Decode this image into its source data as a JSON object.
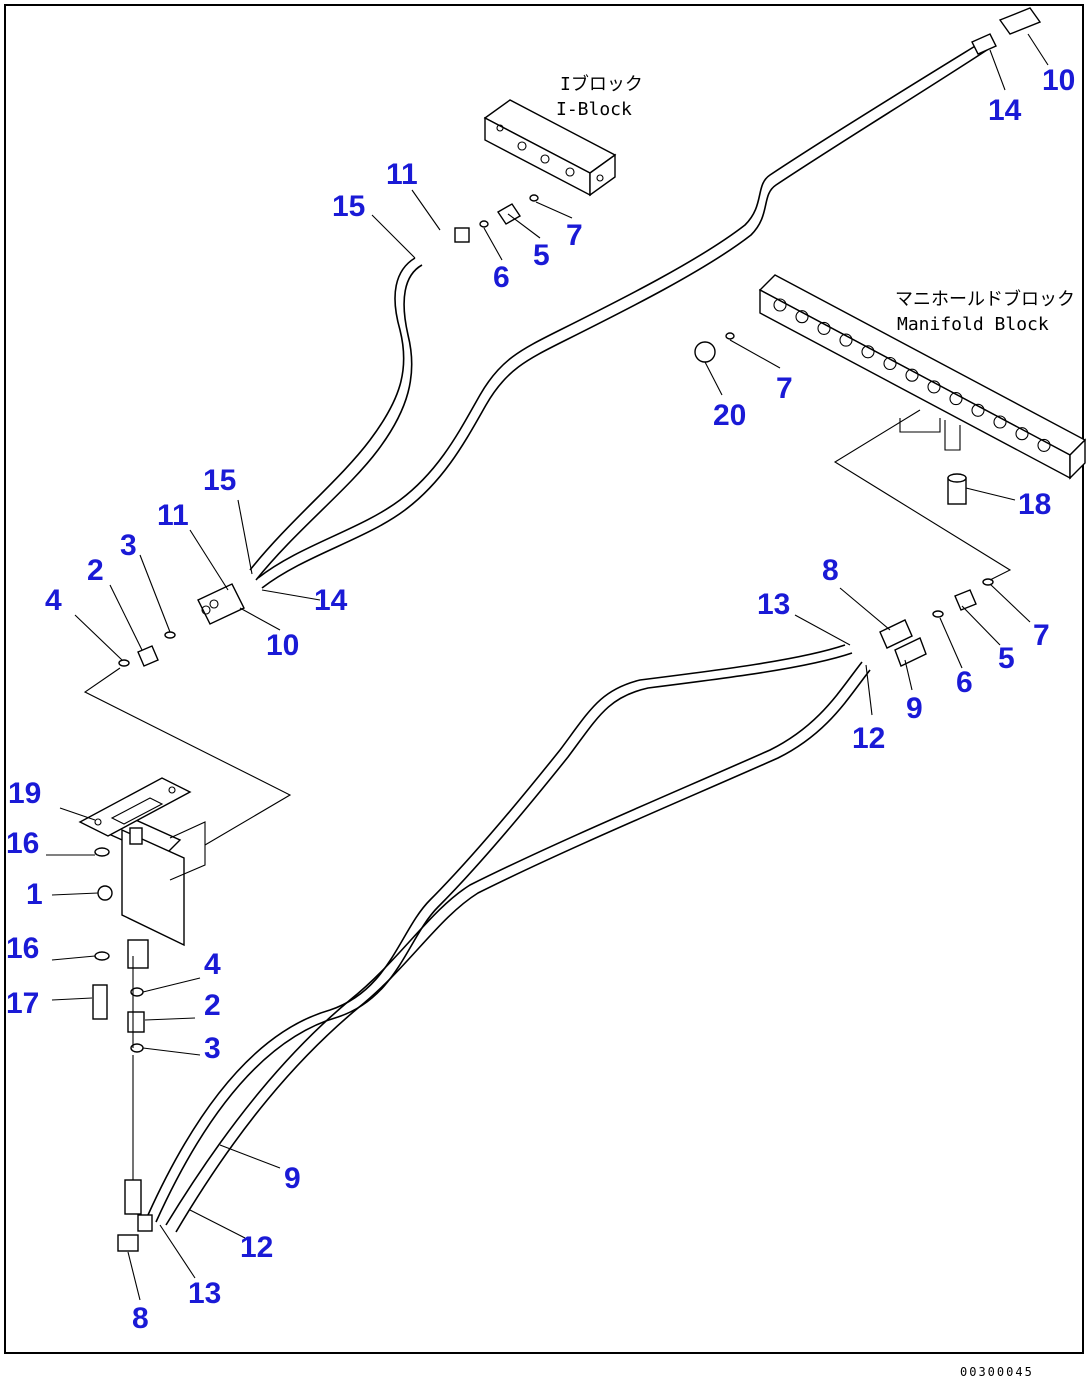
{
  "block_labels": {
    "i_block_jp": "Iブロック",
    "i_block_en": "I-Block",
    "manifold_jp": "マニホールドブロック",
    "manifold_en": "Manifold Block"
  },
  "callouts": {
    "c1": "1",
    "c2a": "2",
    "c2b": "2",
    "c3a": "3",
    "c3b": "3",
    "c4a": "4",
    "c4b": "4",
    "c5a": "5",
    "c5b": "5",
    "c6a": "6",
    "c6b": "6",
    "c7a": "7",
    "c7b": "7",
    "c7c": "7",
    "c8a": "8",
    "c8b": "8",
    "c9a": "9",
    "c9b": "9",
    "c10a": "10",
    "c10b": "10",
    "c11a": "11",
    "c11b": "11",
    "c12a": "12",
    "c12b": "12",
    "c13a": "13",
    "c13b": "13",
    "c14a": "14",
    "c14b": "14",
    "c15a": "15",
    "c15b": "15",
    "c16a": "16",
    "c16b": "16",
    "c17": "17",
    "c18": "18",
    "c19": "19",
    "c20": "20"
  },
  "reference_code": "00300045"
}
